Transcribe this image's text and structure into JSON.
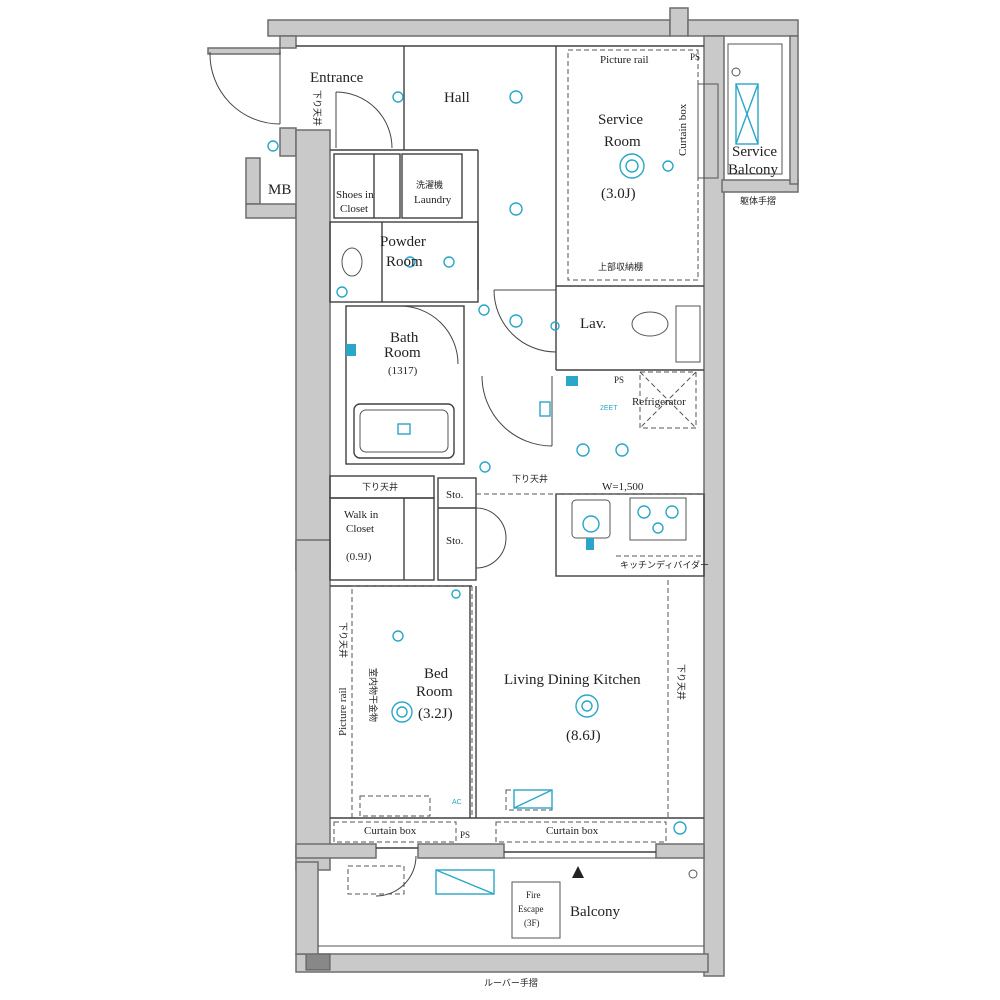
{
  "rooms": {
    "entrance": "Entrance",
    "hall": "Hall",
    "service_room": [
      "Service",
      "Room",
      "(3.0J)"
    ],
    "service_balcony": [
      "Service",
      "Balcony"
    ],
    "mb": "MB",
    "shoes_closet": [
      "Shoes in",
      "Closet"
    ],
    "laundry": "Laundry",
    "powder_room": [
      "Powder",
      "Room"
    ],
    "bath_room": [
      "Bath",
      "Room",
      "(1317)"
    ],
    "lav": "Lav.",
    "refrigerator": "Refrigerator",
    "walk_in_closet": [
      "Walk in",
      "Closet",
      "(0.9J)"
    ],
    "sto1": "Sto.",
    "sto2": "Sto.",
    "bed_room": [
      "Bed",
      "Room",
      "(3.2J)"
    ],
    "ldk": [
      "Living Dining Kitchen",
      "(8.6J)"
    ],
    "balcony": "Balcony",
    "fire_escape": [
      "Fire",
      "Escape",
      "(3F)"
    ]
  },
  "annotations": {
    "picture_rail_top": "Picture rail",
    "picture_rail_bed": "Picture rail",
    "curtain_box_service": "Curtain box",
    "curtain_box_bed": "Curtain box",
    "curtain_box_ldk": "Curtain box",
    "ps_top": "PS",
    "ps_lav": "PS",
    "ps_bottom": "PS",
    "kitchen_width": "W=1,500",
    "kudari_tenjo_entrance": "下り天井",
    "kudari_tenjo_closet": "下り天井",
    "kudari_tenjo_ldk_top": "下り天井",
    "kudari_tenjo_ldk_right": "下り天井",
    "kudari_tenjo_bed": "下り天井",
    "tsuitate_hand_rail": "躯体手摺",
    "louver_hand_rail": "ルーバー手摺",
    "kitchen_divider": "キッチンディバイダー",
    "storage_shelf": "上部収納棚",
    "indoor_drying": "室内物干金物",
    "laundry_pan": "洗濯機",
    "range_hood": "2EET",
    "ac": "AC"
  },
  "icons": [
    "door-swing-icon",
    "light-fixture-icon",
    "outlet-icon",
    "stove-icon",
    "sink-icon",
    "bathtub-icon",
    "toilet-icon"
  ],
  "colors": {
    "wall": "#c9c9c9",
    "ink": "#404040",
    "fixture": "#2aa6c8"
  }
}
